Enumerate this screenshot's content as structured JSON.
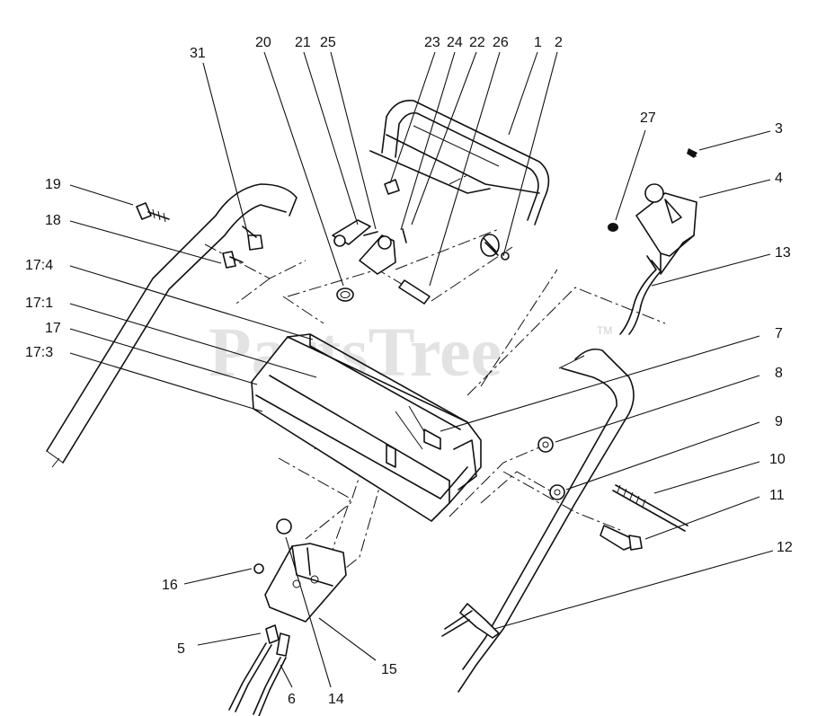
{
  "watermark": {
    "brand": "PartsTree",
    "trademark": "TM"
  },
  "callouts": {
    "p1": "1",
    "p2": "2",
    "p3": "3",
    "p4": "4",
    "p5": "5",
    "p6": "6",
    "p7": "7",
    "p8": "8",
    "p9": "9",
    "p10": "10",
    "p11": "11",
    "p12": "12",
    "p13": "13",
    "p14": "14",
    "p15": "15",
    "p16": "16",
    "p17": "17",
    "p17_1": "17:1",
    "p17_3": "17:3",
    "p17_4": "17:4",
    "p18": "18",
    "p19": "19",
    "p20": "20",
    "p21": "21",
    "p22": "22",
    "p23": "23",
    "p24": "24",
    "p25": "25",
    "p26": "26",
    "p27": "27",
    "p31": "31"
  },
  "colors": {
    "line": "#111111",
    "watermark": "#d9d9d9",
    "background": "#ffffff"
  }
}
